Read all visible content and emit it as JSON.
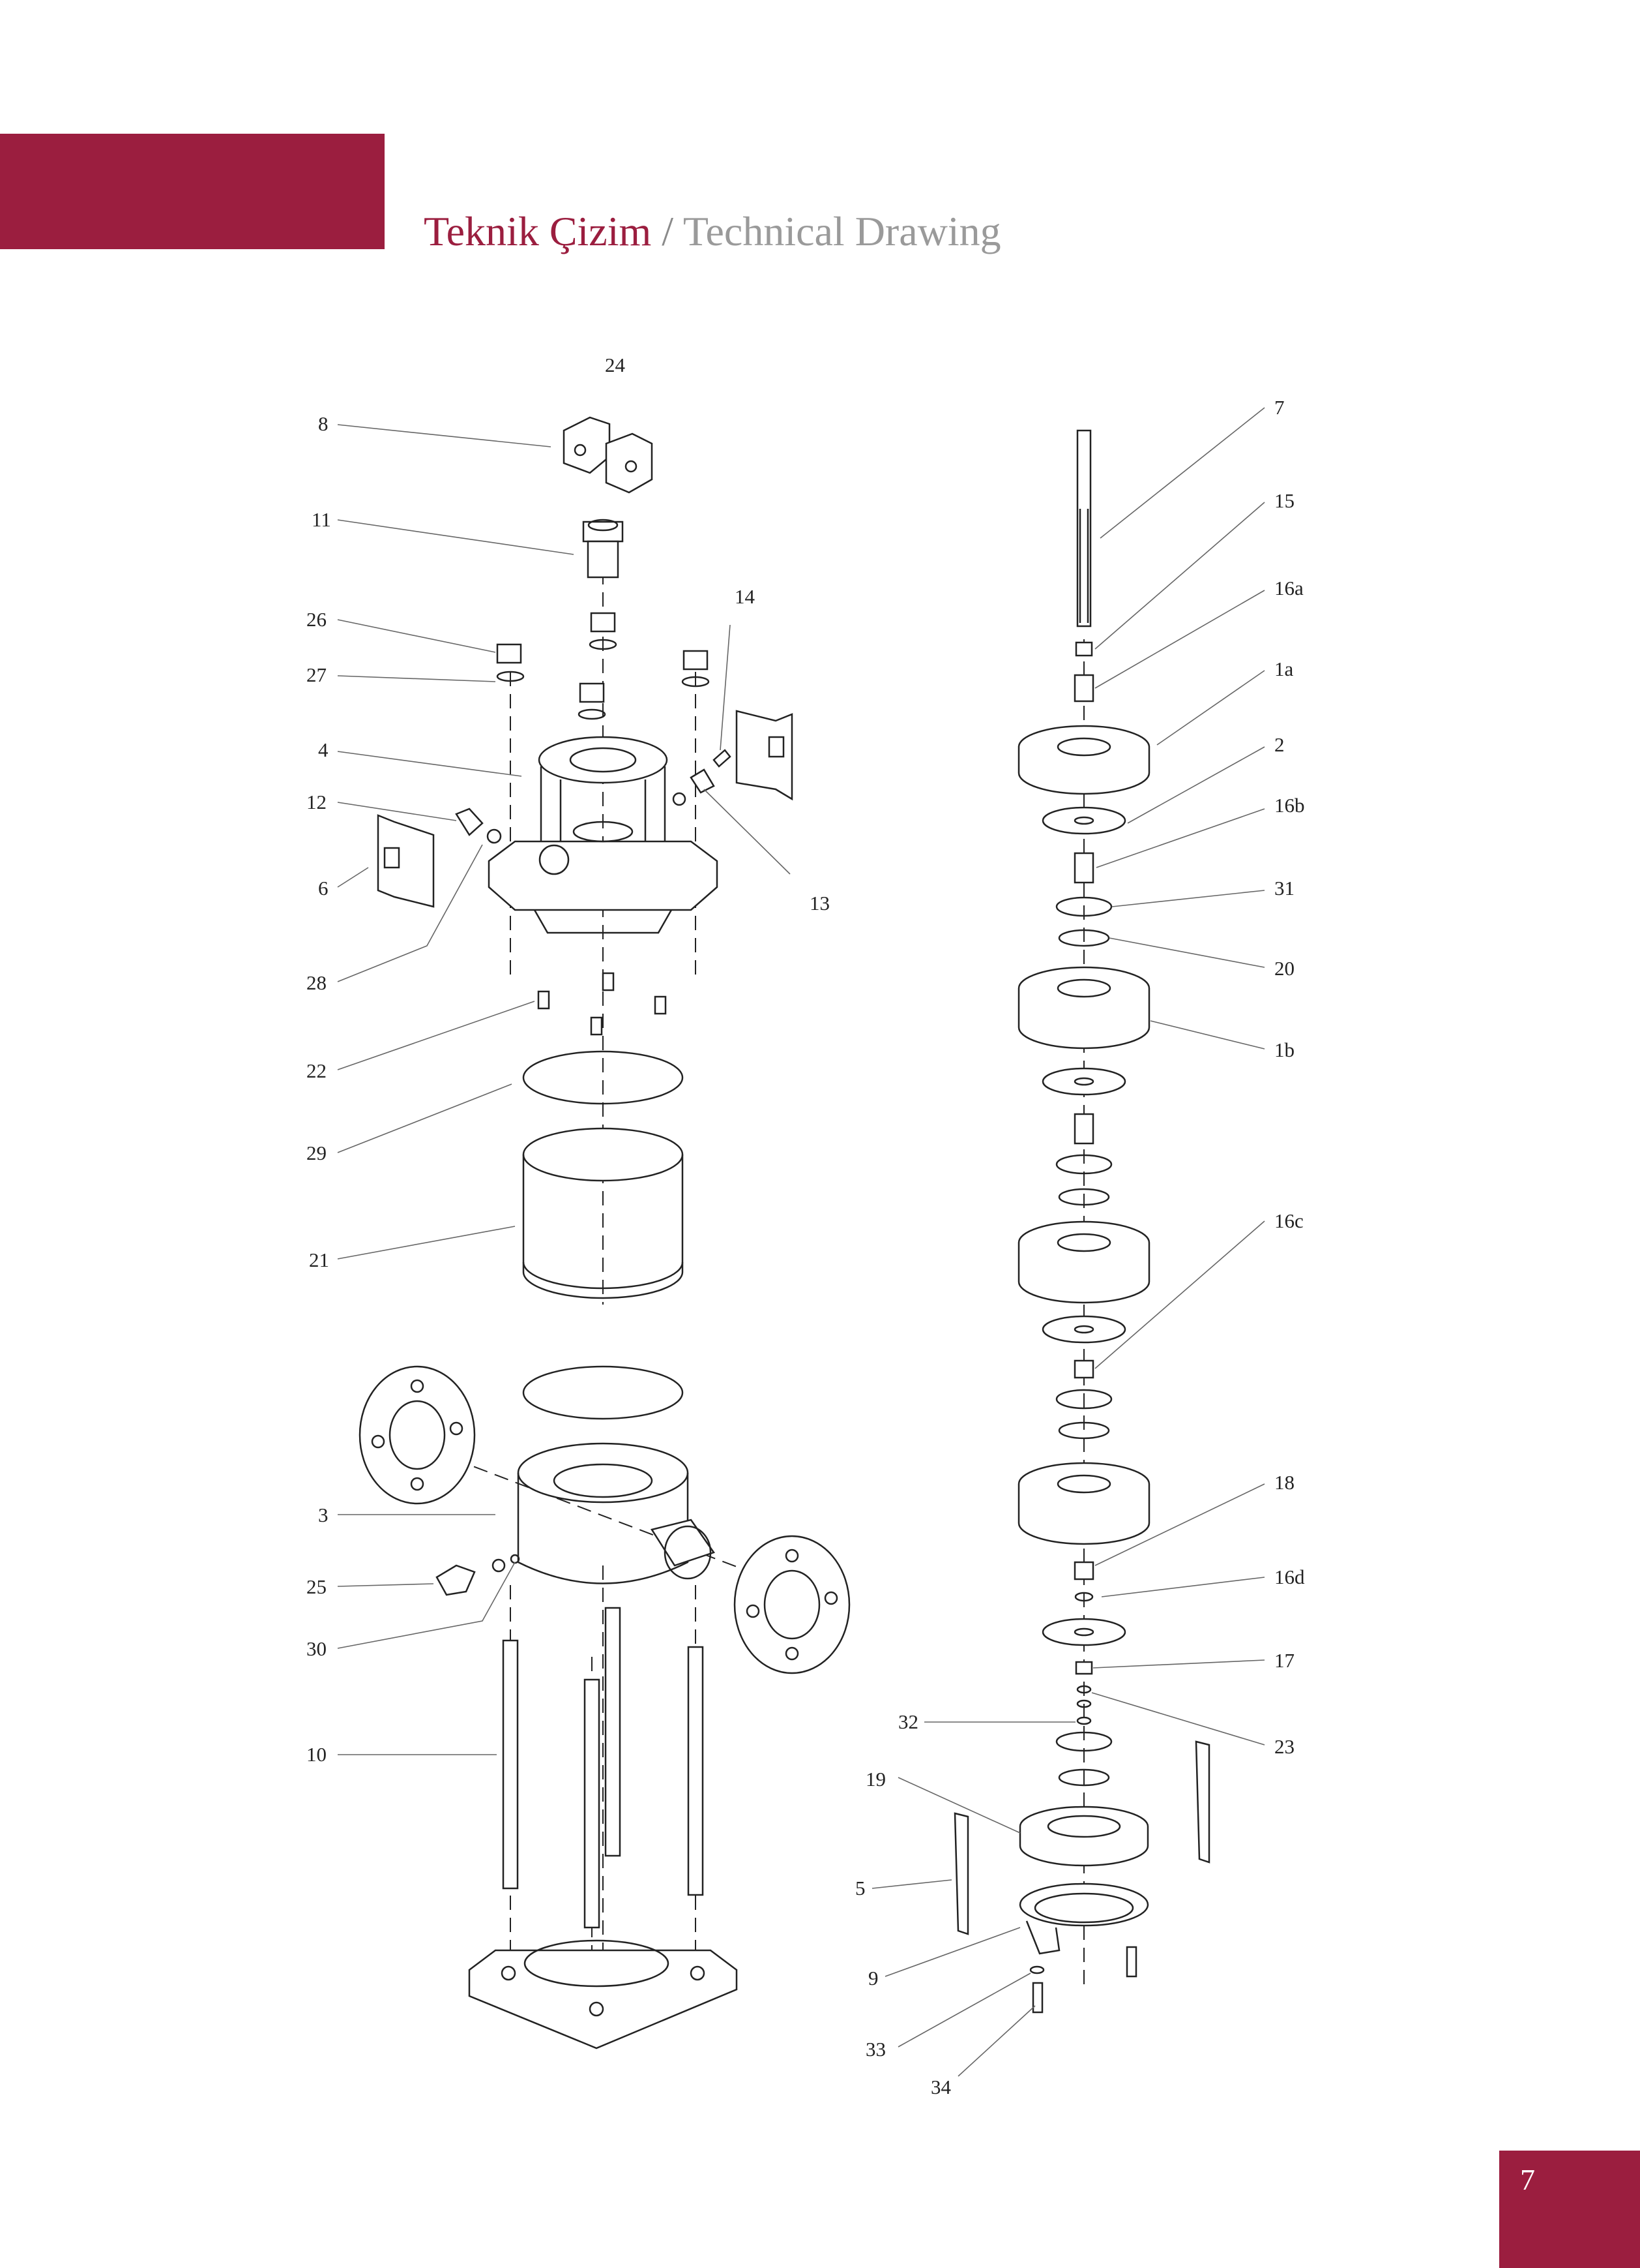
{
  "header": {
    "title_tr": "Teknik Çizim",
    "separator": " / ",
    "title_en": "Technical Drawing",
    "accent_color": "#9b1e3f"
  },
  "page_number": "7",
  "callouts": {
    "left": [
      "24",
      "8",
      "11",
      "26",
      "27",
      "14",
      "4",
      "12",
      "6",
      "13",
      "28",
      "22",
      "29",
      "21",
      "3",
      "25",
      "30",
      "10"
    ],
    "right": [
      "7",
      "15",
      "16a",
      "1a",
      "2",
      "16b",
      "31",
      "20",
      "1b",
      "16c",
      "18",
      "16d",
      "17",
      "32",
      "23",
      "19",
      "5",
      "9",
      "33",
      "34"
    ]
  }
}
